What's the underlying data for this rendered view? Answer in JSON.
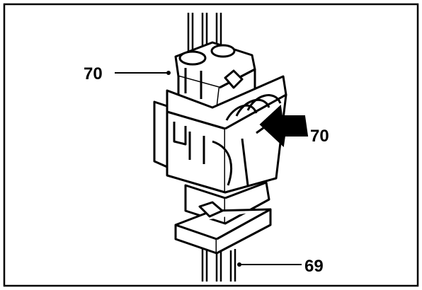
{
  "callouts": {
    "connector_top_left": "70",
    "connector_arrow_right": "70",
    "cable_bottom": "69"
  },
  "colors": {
    "line": "#000000",
    "background": "#ffffff"
  }
}
